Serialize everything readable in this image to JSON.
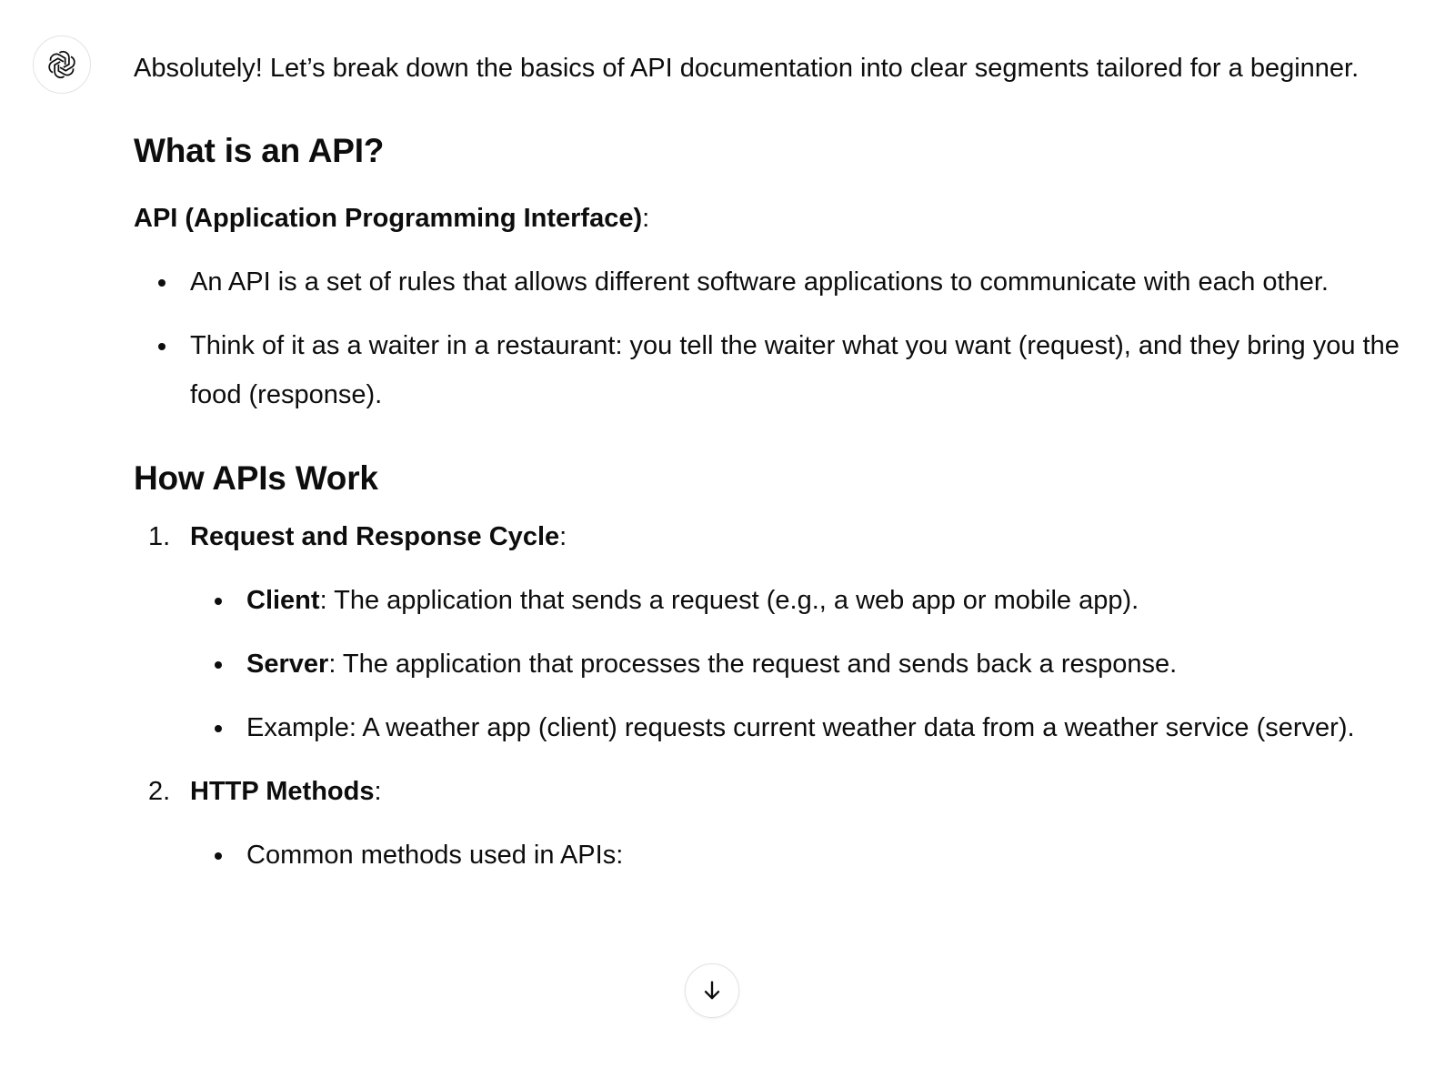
{
  "assistant": {
    "avatar_icon": "openai-logo-icon"
  },
  "message": {
    "intro": "Absolutely! Let’s break down the basics of API documentation into clear segments tailored for a beginner.",
    "section1": {
      "heading": "What is an API?",
      "term_bold": "API (Application Programming Interface)",
      "term_suffix": ":",
      "bullets": [
        "An API is a set of rules that allows different software applications to communicate with each other.",
        "Think of it as a waiter in a restaurant: you tell the waiter what you want (request), and they bring you the food (response)."
      ]
    },
    "section2": {
      "heading": "How APIs Work",
      "items": [
        {
          "number": "1.",
          "title": "Request and Response Cycle",
          "suffix": ":",
          "subitems": [
            {
              "bold": "Client",
              "text": ": The application that sends a request (e.g., a web app or mobile app)."
            },
            {
              "bold": "Server",
              "text": ": The application that processes the request and sends back a response."
            },
            {
              "bold": "",
              "text": "Example: A weather app (client) requests current weather data from a weather service (server)."
            }
          ]
        },
        {
          "number": "2.",
          "title": "HTTP Methods",
          "suffix": ":",
          "subitems": [
            {
              "bold": "",
              "text": "Common methods used in APIs:"
            }
          ]
        }
      ]
    }
  },
  "scroll_button": {
    "icon": "arrow-down-icon"
  }
}
